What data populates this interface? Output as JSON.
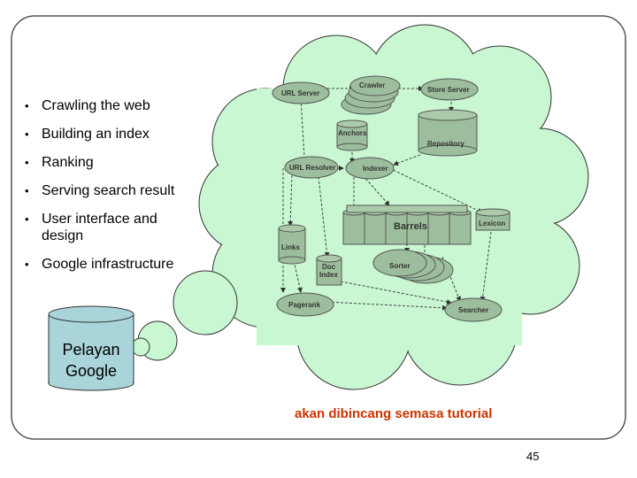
{
  "bullets": [
    "Crawling the web",
    "Building an index",
    "Ranking",
    "Serving search result",
    "User interface and design",
    "Google infrastructure"
  ],
  "bullet_lines": [
    "User interface and",
    "design"
  ],
  "database": {
    "line1": "Pelayan",
    "line2": "Google"
  },
  "note": "akan dibincang semasa tutorial",
  "page_number": "45",
  "diagram": {
    "nodes": {
      "url_server": "URL Server",
      "crawler": "Crawler",
      "store_server": "Store Server",
      "anchors": "Anchors",
      "repository": "Repository",
      "url_resolver": "URL Resolver",
      "indexer": "Indexer",
      "barrels": "Barrels",
      "lexicon": "Lexicon",
      "links": "Links",
      "doc_index_1": "Doc",
      "doc_index_2": "Index",
      "sorter": "Sorter",
      "pagerank": "Pagerank",
      "searcher": "Searcher"
    }
  },
  "colors": {
    "cloud_fill": "#c8f7d2",
    "db_fill": "#a9d4d9",
    "node_fill": "#9dbe9d",
    "note_color": "#cc3300"
  }
}
